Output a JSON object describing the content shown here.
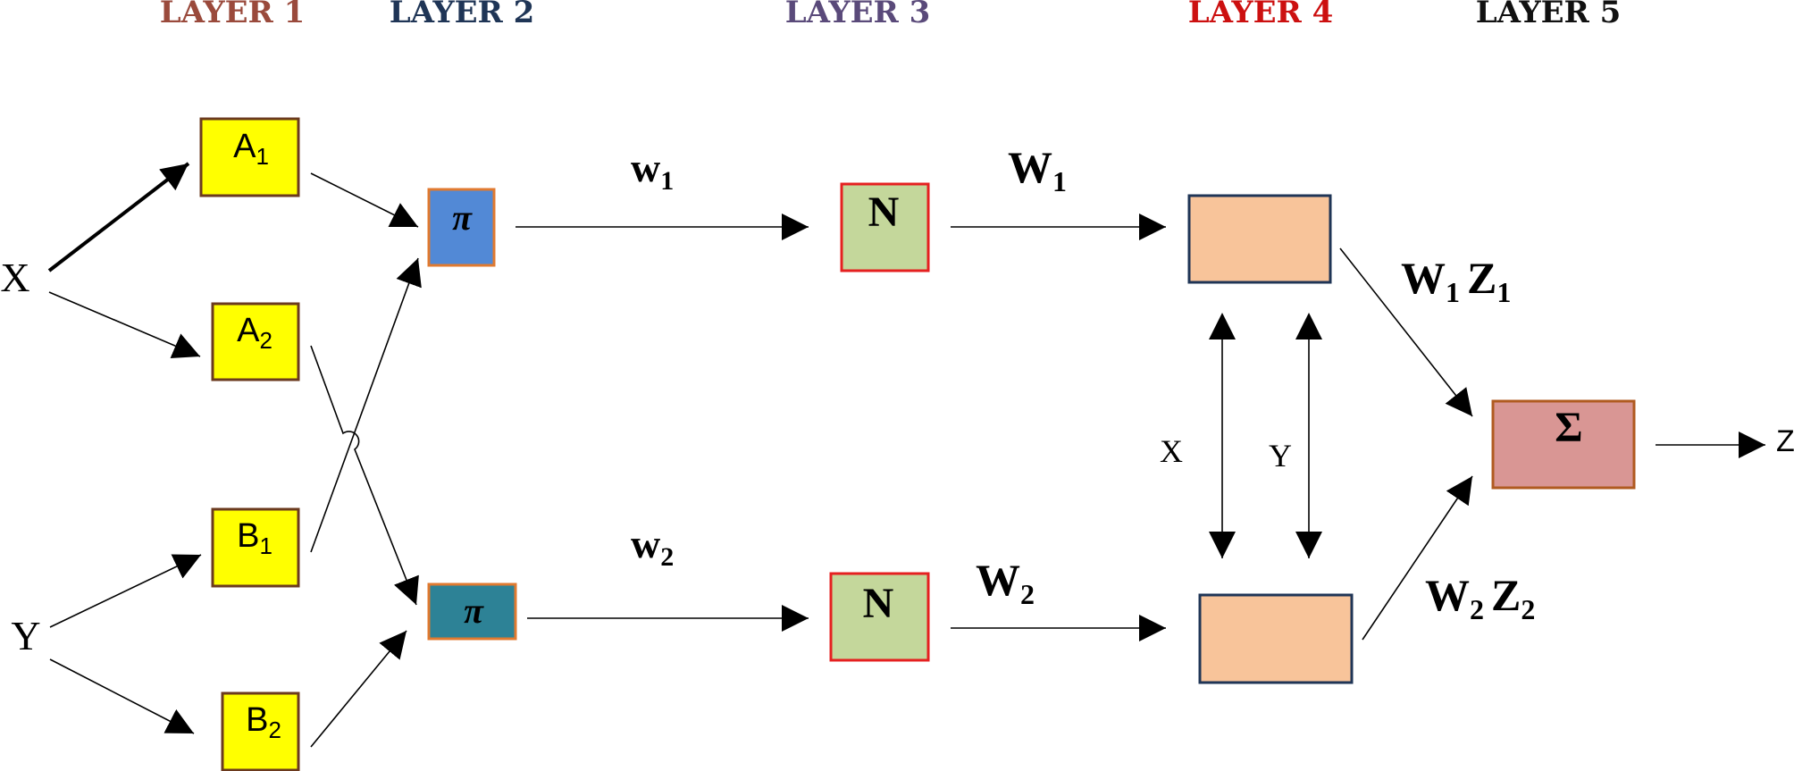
{
  "layers": [
    {
      "label": "LAYER 1",
      "color": "#9a4a3c"
    },
    {
      "label": "LAYER 2",
      "color": "#1f3556"
    },
    {
      "label": "LAYER 3",
      "color": "#5a4a7a"
    },
    {
      "label": "LAYER 4",
      "color": "#cc1010"
    },
    {
      "label": "LAYER 5",
      "color": "#111111"
    }
  ],
  "inputs": {
    "x": "X",
    "y": "Y"
  },
  "layer1": {
    "a1": {
      "base": "A",
      "sub": "1"
    },
    "a2": {
      "base": "A",
      "sub": "2"
    },
    "b1": {
      "base": "B",
      "sub": "1"
    },
    "b2": {
      "base": "B",
      "sub": "2"
    },
    "fill": "#ffff00"
  },
  "layer2": {
    "symbol": "π",
    "top_fill": "#5289d6",
    "bottom_fill": "#2d8296"
  },
  "layer3": {
    "symbol": "N",
    "fill": "#c4d79b"
  },
  "layer4": {
    "fill": "#f8c49a",
    "x_label": "X",
    "y_label": "Y"
  },
  "layer5": {
    "symbol": "Σ",
    "fill": "#d99694"
  },
  "weights": {
    "w1": {
      "base": "w",
      "sub": "1"
    },
    "w2": {
      "base": "w",
      "sub": "2"
    },
    "W1": {
      "base": "W",
      "sub": "1"
    },
    "W2": {
      "base": "W",
      "sub": "2"
    },
    "W1Z1": {
      "base1": "W",
      "sub1": "1",
      "base2": "Z",
      "sub2": "1"
    },
    "W2Z2": {
      "base1": "W",
      "sub1": "2",
      "base2": "Z",
      "sub2": "2"
    }
  },
  "output": "Z"
}
